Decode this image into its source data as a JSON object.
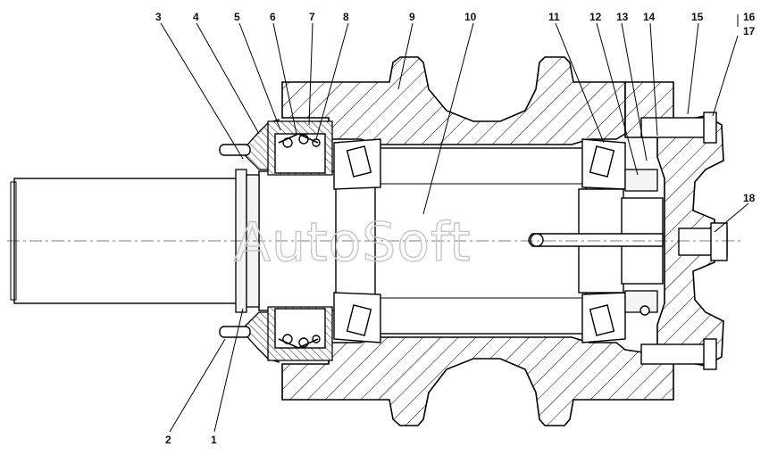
{
  "watermark": "AutoSoft",
  "callouts": [
    {
      "id": "c1",
      "text": "1"
    },
    {
      "id": "c2",
      "text": "2"
    },
    {
      "id": "c3",
      "text": "3"
    },
    {
      "id": "c4",
      "text": "4"
    },
    {
      "id": "c5",
      "text": "5"
    },
    {
      "id": "c6",
      "text": "6"
    },
    {
      "id": "c7",
      "text": "7"
    },
    {
      "id": "c8",
      "text": "8"
    },
    {
      "id": "c9",
      "text": "9"
    },
    {
      "id": "c10",
      "text": "10"
    },
    {
      "id": "c11",
      "text": "11"
    },
    {
      "id": "c12",
      "text": "12"
    },
    {
      "id": "c13",
      "text": "13"
    },
    {
      "id": "c14",
      "text": "14"
    },
    {
      "id": "c15",
      "text": "15"
    },
    {
      "id": "c16",
      "text": "16"
    },
    {
      "id": "c17",
      "text": "17"
    },
    {
      "id": "c18",
      "text": "18"
    }
  ]
}
